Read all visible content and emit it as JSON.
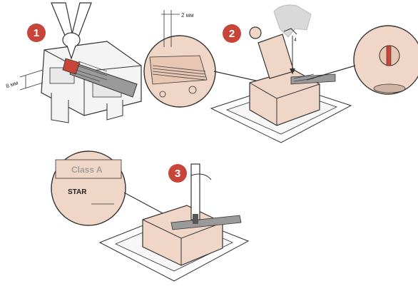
{
  "steps": [
    {
      "label": "1"
    },
    {
      "label": "2"
    },
    {
      "label": "3"
    }
  ],
  "dimensions": {
    "strip_length": "8 мм",
    "insulation_gap": "2 мм",
    "panel_depth": "4"
  },
  "callout": {
    "class_label": "Class A",
    "brand_label": "STAR"
  },
  "colors": {
    "step_badge": "#c8453a",
    "device_body": "#f0d6c6",
    "device_outline": "#3a3a3a",
    "cable_gray": "#9a9a9a",
    "hand_gray": "#d9d9d9"
  },
  "icons": [
    "wire-cutter-icon",
    "screwdriver-icon",
    "hand-icon",
    "eye-icon"
  ]
}
